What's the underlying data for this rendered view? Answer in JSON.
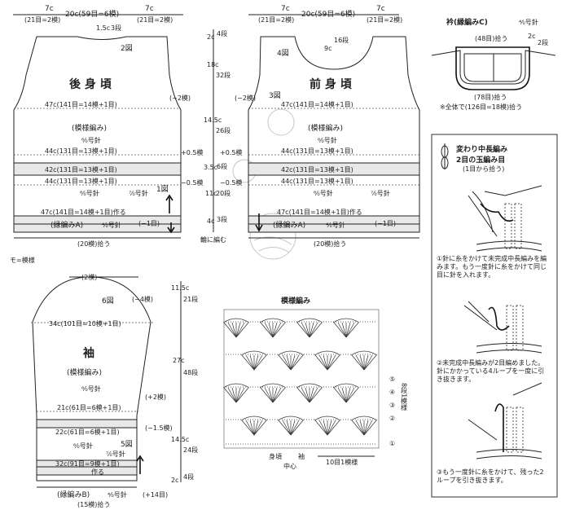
{
  "back": {
    "title": "後 身 頃",
    "fig": "2図",
    "top_side_left": "7c",
    "top_side_left_sub": "(21目=2模)",
    "top_center": "20c(59目=6模)",
    "top_side_right": "7c",
    "top_side_right_sub": "(21目=2模)",
    "neck_drop": "1.5c",
    "neck_drop_rows": "3段",
    "pattern": "(模様編み)",
    "hook1": "⁶⁄₀号針",
    "r1": "47c(141目=14模+1目)",
    "r2": "44c(131目=13模+1目)",
    "r3": "42c(131目=13模+1目)",
    "r4": "44c(131目=13模+1目)",
    "r5": "47c(141目=14模+1目)作る",
    "hook2": "⁶⁄₀号針",
    "hook3": "⁷⁄₀号針",
    "fig1": "1図",
    "edge": "(縁編みA)",
    "edge_hook": "⁴⁄₀号針",
    "minus_one": "(−1目)",
    "minus_two": "(−2模)",
    "pickup": "(20模)拾う"
  },
  "center": {
    "v1": "2c",
    "v1r": "4段",
    "v2": "18c",
    "v2r": "32段",
    "v3": "14.5c",
    "v3r": "26段",
    "v4": "3.5c",
    "v4r": "6段",
    "v5": "11c",
    "v5r": "20段",
    "v6": "4c",
    "v6r": "3段",
    "plus_l": "+0.5模",
    "plus_r": "+0.5模",
    "minus_l": "−0.5模",
    "minus_r": "−0.5模",
    "ring": "輪に編む"
  },
  "front": {
    "title": "前 身 頃",
    "fig4": "4図",
    "fig3": "3図",
    "top_side_left": "7c",
    "top_side_left_sub": "(21目=2模)",
    "top_center": "20c(59目=6模)",
    "top_side_right": "7c",
    "top_side_right_sub": "(21目=2模)",
    "neck": "9c",
    "neck_rows": "16段",
    "minus_two": "(−2模)",
    "pattern": "(模様編み)",
    "hook1": "⁶⁄₀号針",
    "r1": "47c(141目=14模+1目)",
    "r2": "44c(131目=13模+1目)",
    "r3": "42c(131目=13模+1目)",
    "r4": "44c(131目=13模+1目)",
    "r5": "47c(141目=14模+1目)作る",
    "hook2": "⁶⁄₀号針",
    "hook3": "⁷⁄₀号針",
    "edge": "(縁編みA)",
    "edge_hook": "⁴⁄₀号針",
    "minus_one": "(−1目)",
    "pickup": "(20模)拾う"
  },
  "collar": {
    "title": "衿(縁編みC)",
    "hook": "⁴⁄₀号針",
    "top": "(48目)拾う",
    "side": "2c",
    "side_rows": "2段",
    "bottom": "(78目)拾う",
    "total": "※全体で(126目=18模)拾う"
  },
  "legend": "モ=模様",
  "sleeve": {
    "title": "袖",
    "fig6": "6図",
    "fig5": "5図",
    "top": "(2模)",
    "cap_dec": "(−4模)",
    "r1": "34c(101目=10模+1目)",
    "pattern": "(模様編み)",
    "hook1": "⁶⁄₀号針",
    "r2": "21c(61目=6模+1目)",
    "r3": "22c(61目=6模+1目)",
    "hook2": "⁶⁄₀号針",
    "hook3": "⁷⁄₀号針",
    "r4": "32c(91目=9模+1目)",
    "make": "作る",
    "edge": "(縁編みB)",
    "edge_hook": "⁴⁄₀号針",
    "plus14": "(+14目)",
    "pickup": "(15模)拾う",
    "plus2": "(+2模)",
    "minus15": "(−1.5模)",
    "v1": "11.5c",
    "v1r": "21段",
    "v2": "27c",
    "v2r": "48段",
    "v3": "14.5c",
    "v3r": "24段",
    "v4": "2c",
    "v4r": "4段"
  },
  "chart": {
    "title": "模様編み",
    "repeat_v": "8段1模様",
    "repeat_h": "10目1模様",
    "body": "身頃",
    "sleeve": "袖",
    "center": "中心",
    "rows": [
      "⑤",
      "④",
      "③",
      "②",
      "①"
    ]
  },
  "stitch": {
    "title1": "変わり中長編み",
    "title2": "2目の玉編み目",
    "sub": "(1目から拾う)",
    "step1": "①針に糸をかけて未完成中長編みを編みます。もう一度針に糸をかけて同じ目に針を入れます。",
    "step2": "②未完成中長編みが2目編めました。針にかかっている4ループを一度に引き抜きます。",
    "step3": "③もう一度針に糸をかけて、残った2ループを引き抜きます。"
  }
}
